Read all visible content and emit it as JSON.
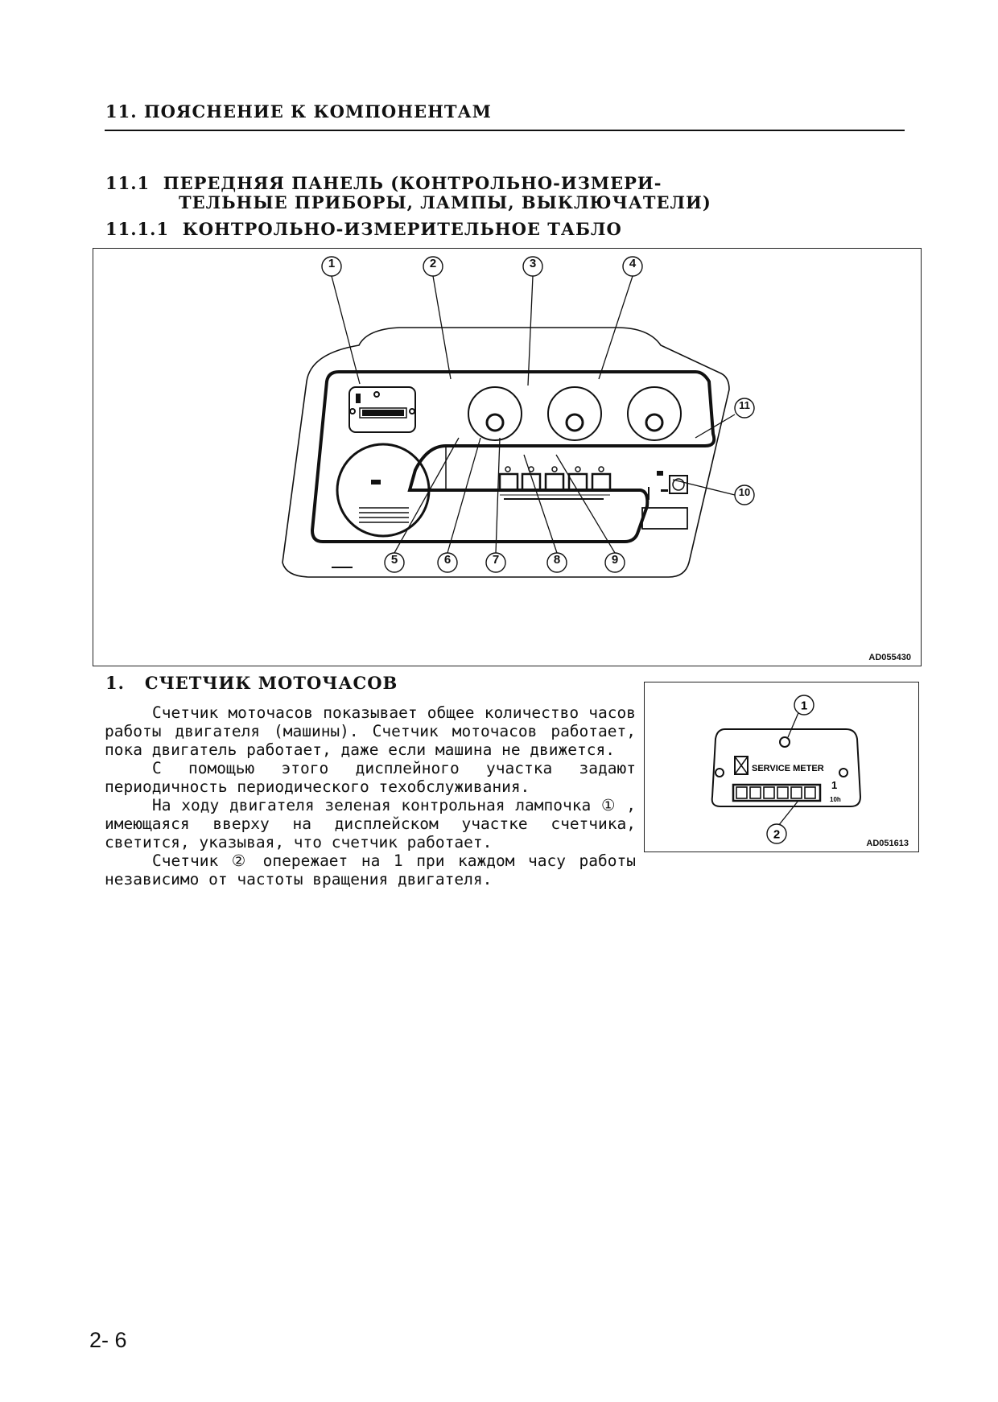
{
  "header": {
    "title": "11. ПОЯСНЕНИЕ К КОМПОНЕНТАМ"
  },
  "sections": {
    "s11_1_line1": "11.1  ПЕРЕДНЯЯ ПАНЕЛЬ (КОНТРОЛЬНО-ИЗМЕРИ-",
    "s11_1_line2": "ТЕЛЬНЫЕ ПРИБОРЫ, ЛАМПЫ, ВЫКЛЮЧАТЕЛИ)",
    "s11_1_1": "11.1.1  КОНТРОЛЬНО-ИЗМЕРИТЕЛЬНОЕ ТАБЛО"
  },
  "figure1": {
    "id": "AD055430",
    "callouts": [
      "①",
      "②",
      "③",
      "④",
      "⑤",
      "⑥",
      "⑦",
      "⑧",
      "⑨",
      "⑩",
      "⑪"
    ]
  },
  "item1": {
    "title": "1.   СЧЕТЧИК МОТОЧАСОВ",
    "paragraphs": [
      "Счетчик моточасов показывает общее количество часов работы двигателя (машины). Счетчик моточасов работает, пока двигатель работает, даже если машина не движется.",
      "С помощью этого дисплейного участка задают периодичность периодического техобслуживания.",
      "На ходу двигателя зеленая контрольная лампочка ① , имеющаяся вверху на дисплейском участке счетчика, светится, указывая, что счетчик работает.",
      "Счетчик ② опережает на 1 при каждом часу работы независимо от частоты вращения двигателя."
    ]
  },
  "figure2": {
    "id": "AD051613",
    "callouts": [
      "①",
      "②"
    ],
    "meter_label": "SERVICE METER",
    "unit_digit": "1",
    "unit_label": "10h"
  },
  "footer": {
    "page": "2- 6"
  }
}
